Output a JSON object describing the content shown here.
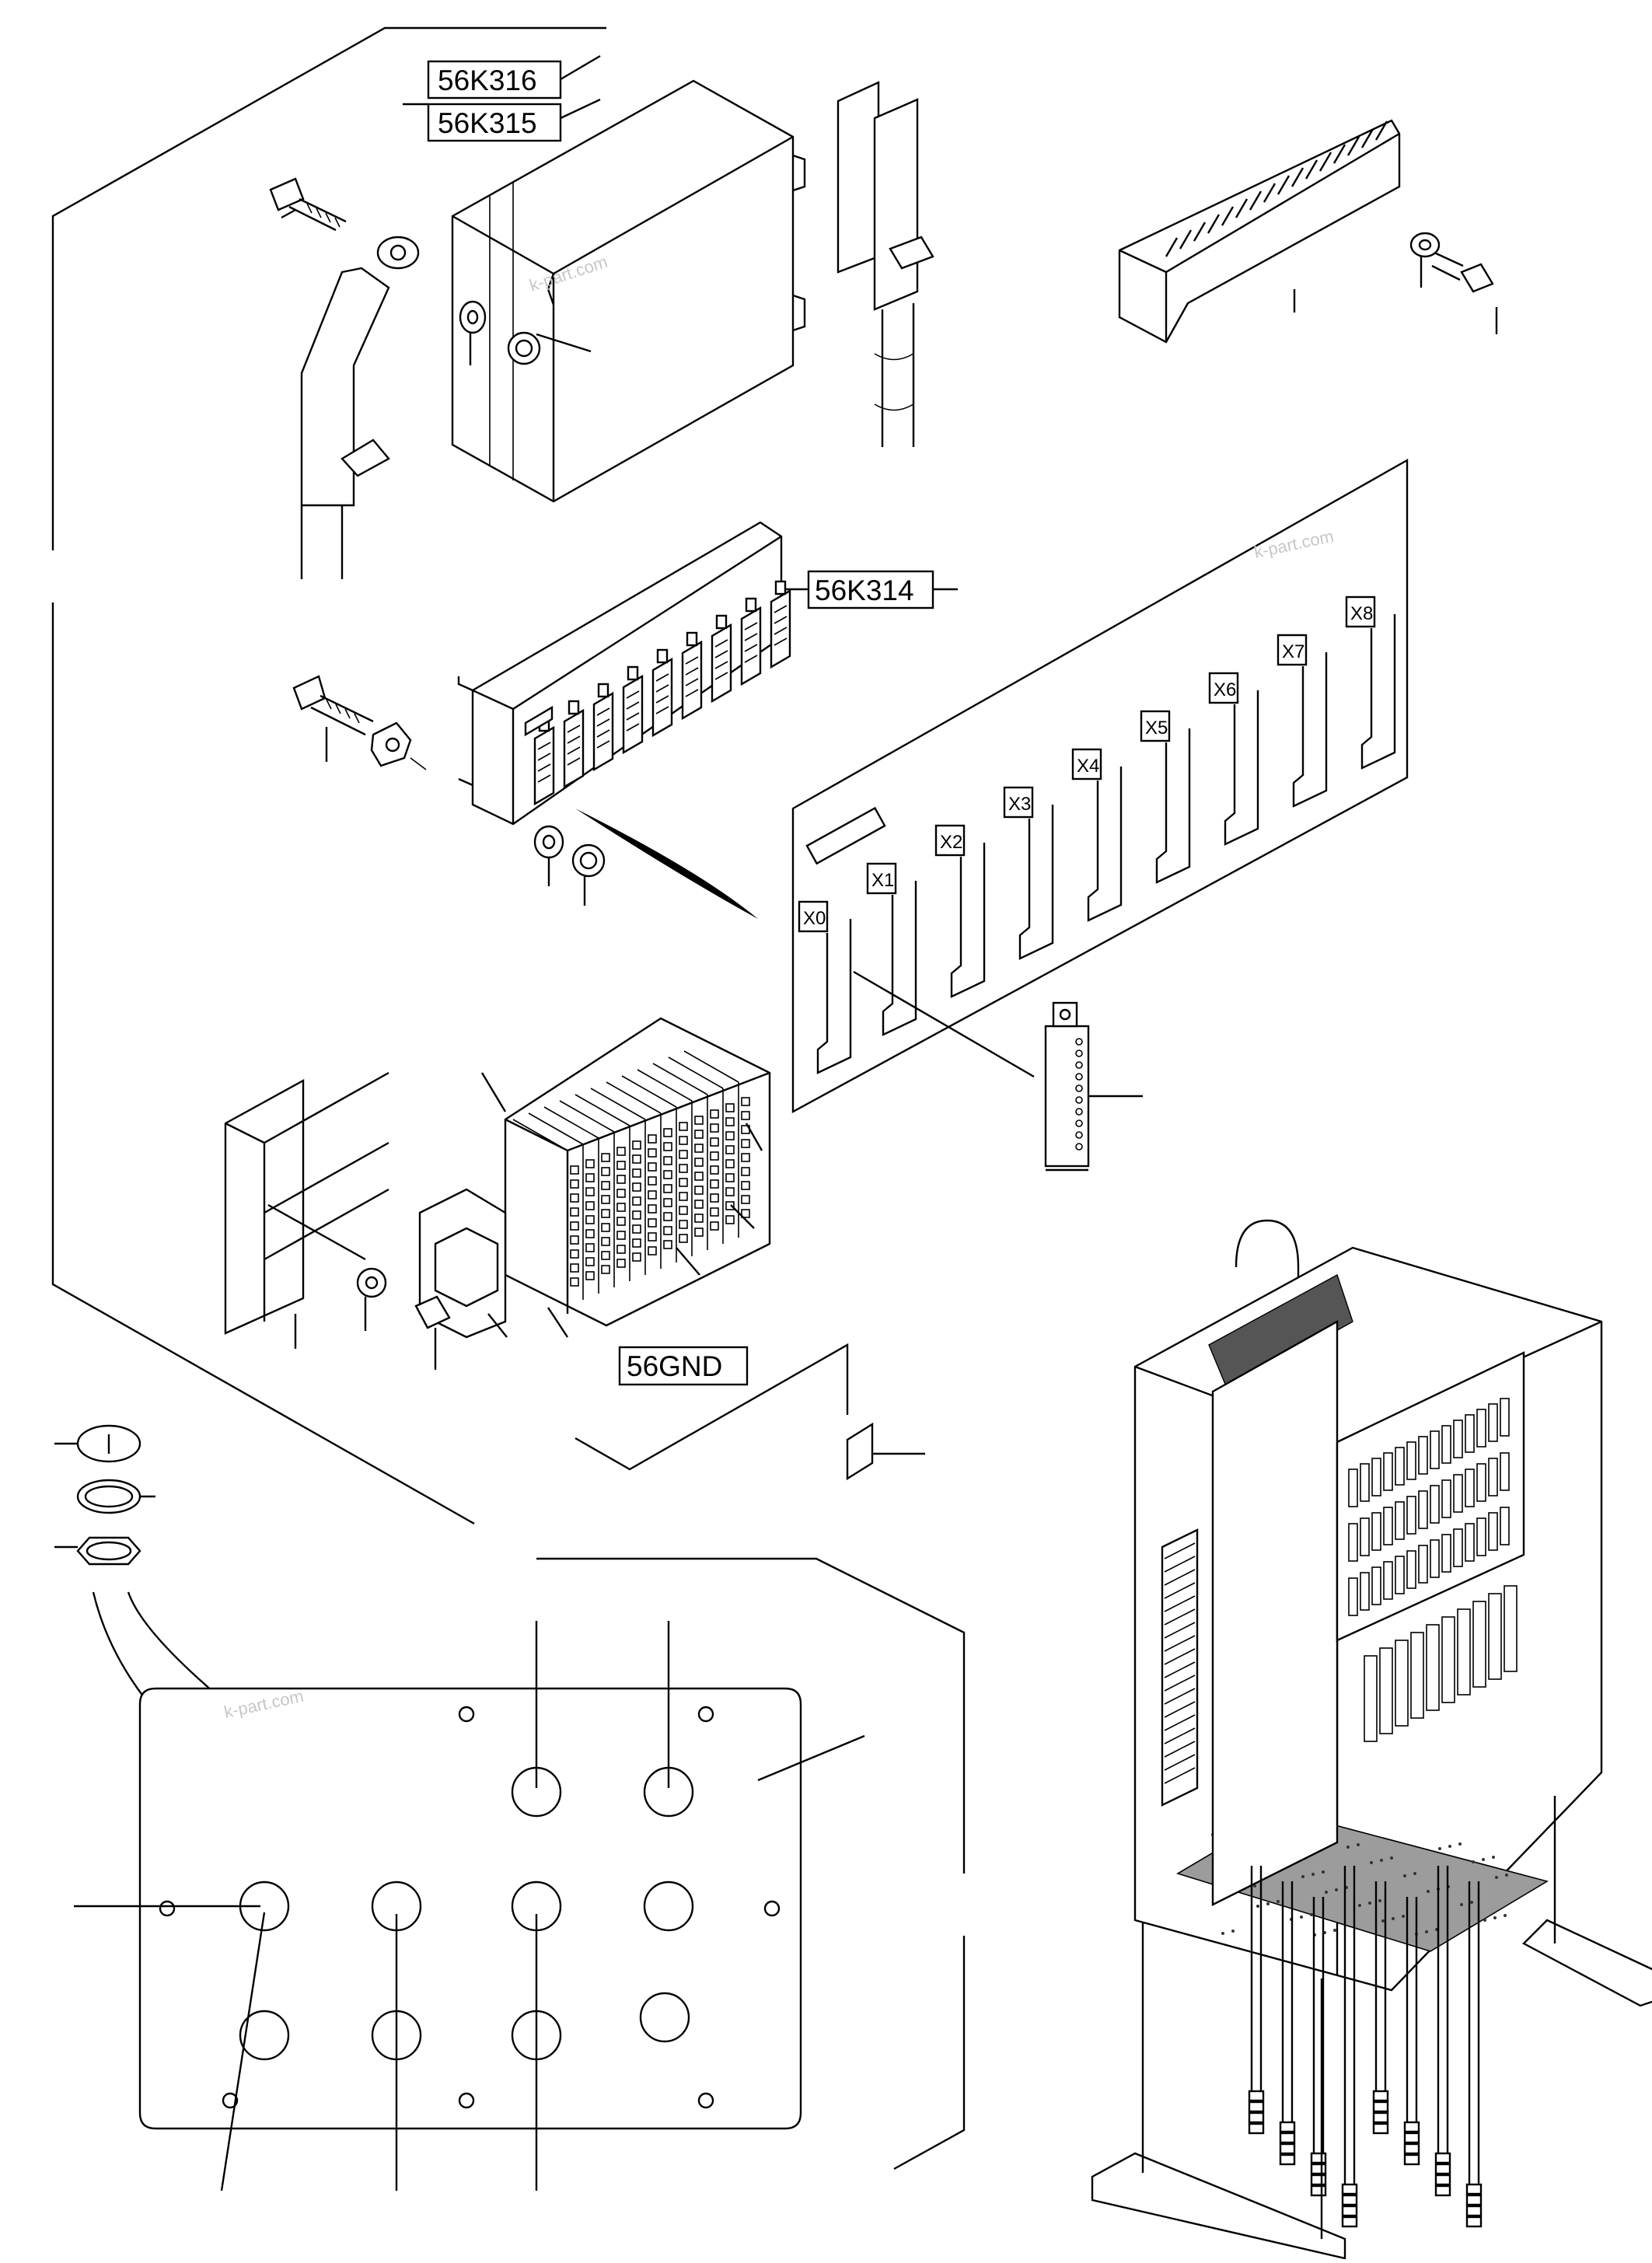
{
  "labels": {
    "k316": "56K316",
    "k315": "56K315",
    "k314": "56K314",
    "gnd": "56GND"
  },
  "connectors": [
    "X0",
    "X1",
    "X2",
    "X3",
    "X4",
    "X5",
    "X6",
    "X7",
    "X8"
  ],
  "watermarks": [
    "k-part.com",
    "k-part.com",
    "k-part.com"
  ]
}
